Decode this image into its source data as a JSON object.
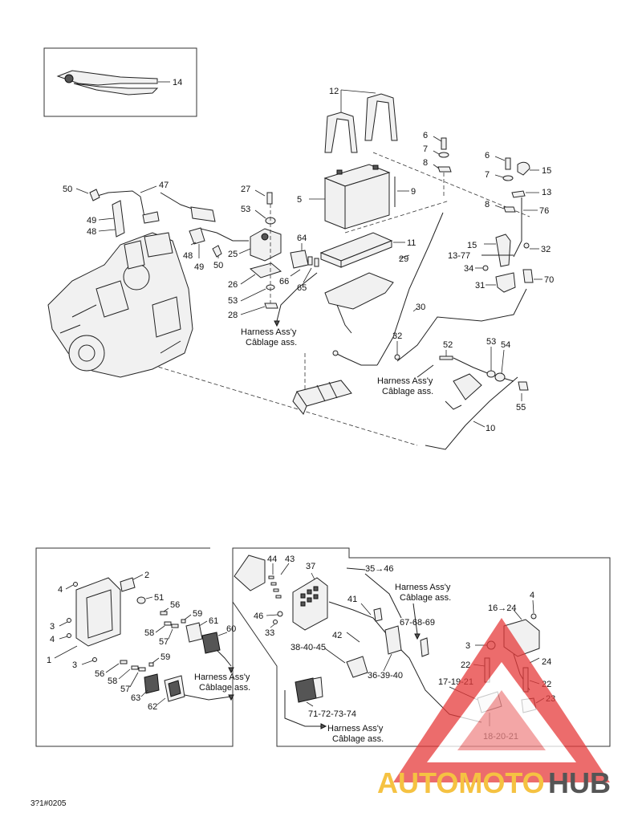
{
  "callouts": {
    "tool": "14",
    "strap": "12",
    "bolt_a": "6",
    "washer_a": "7",
    "nut_a": "8",
    "bolt_b": "6",
    "washer_b": "7",
    "cap_a": "15",
    "terminal_a": "13",
    "nut_b": "8",
    "cable_76": "76",
    "battery": "5",
    "vent_tube": "9",
    "tray": "11",
    "cable_29": "29",
    "cap_b": "15",
    "terminal_b": "13-77",
    "screw_32a": "32",
    "screw_34": "34",
    "bracket_31": "31",
    "clip_70": "70",
    "cable_30": "30",
    "screw_32b": "32",
    "bolt_27": "27",
    "nut_53a": "53",
    "solenoid_25": "25",
    "gasket_26": "26",
    "nut_53b": "53",
    "washer_28": "28",
    "connector_64": "64",
    "pin_66": "66",
    "pin_65": "65",
    "clip_50a": "50",
    "harness_47": "47",
    "boot_49a": "49",
    "boot_48a": "48",
    "boot_48b": "48",
    "boot_49b": "49",
    "clip_50b": "50",
    "screw_52": "52",
    "nut_53c": "53",
    "washer_54": "54",
    "nut_55": "55",
    "cable_10": "10",
    "cover_2": "2",
    "screw_4a": "4",
    "grommet_51": "51",
    "bolt_3a": "3",
    "screw_4b": "4",
    "module_1": "1",
    "bolt_3b": "3",
    "pin_56a": "56",
    "pin_58a": "58",
    "pin_57a": "57",
    "pin_59a": "59",
    "housing_61": "61",
    "housing_60": "60",
    "pin_56b": "56",
    "pin_58b": "58",
    "pin_57b": "57",
    "pin_59b": "59",
    "housing_63": "63",
    "housing_62": "62",
    "pin_44": "44",
    "pin_43": "43",
    "box_37": "37",
    "nut_46": "46",
    "bolt_33": "33",
    "wire_41": "41",
    "wire_42": "42",
    "range_35_46": "35→46",
    "group_38_40_45": "38-40-45",
    "group_36_39_40": "36-39-40",
    "group_71_74": "71-72-73-74",
    "group_67_69": "67-68-69",
    "range_16_24": "16→24",
    "screw_4c": "4",
    "bolt_3c": "3",
    "fuse_22a": "22",
    "fuse_24": "24",
    "group_17_21": "17-19-21",
    "fuse_22b": "22",
    "fuse_23": "23",
    "group_18_21": "18-20-21"
  },
  "notes": {
    "harness_1_en": "Harness Ass'y",
    "harness_1_fr": "Câblage ass.",
    "harness_2_en": "Harness Ass'y",
    "harness_2_fr": "Câblage ass.",
    "harness_3_en": "Harness Ass'y",
    "harness_3_fr": "Câblage ass.",
    "harness_4_en": "Harness Ass'y",
    "harness_4_fr": "Câblage ass.",
    "harness_5_en": "Harness Ass'y",
    "harness_5_fr": "Câblage ass."
  },
  "figure_code": "3?1#0205",
  "watermark": {
    "text_a": "AUTOMOTO",
    "text_b": "HUB",
    "color_a": "#f5c242",
    "color_b": "#555555",
    "triangle_color": "#e63b3b"
  }
}
